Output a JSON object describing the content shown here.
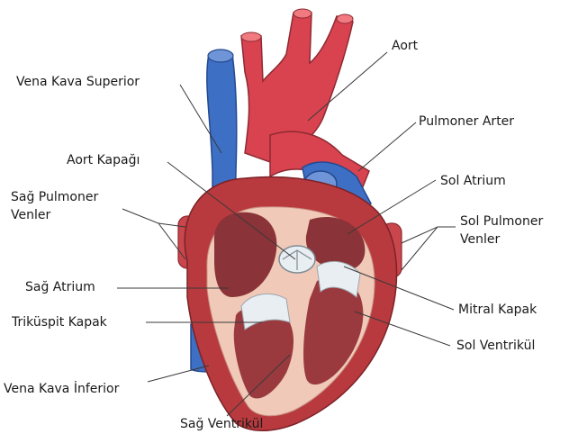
{
  "diagram": {
    "labels": {
      "aort": "Aort",
      "vena_kava_superior": "Vena Kava Superior",
      "pulmoner_arter": "Pulmoner Arter",
      "aort_kapagi": "Aort Kapağı",
      "sol_atrium": "Sol Atrium",
      "sag_pulmoner_venler_line1": "Sağ Pulmoner",
      "sag_pulmoner_venler_line2": "Venler",
      "sol_pulmoner_venler_line1": "Sol Pulmoner",
      "sol_pulmoner_venler_line2": "Venler",
      "sag_atrium": "Sağ Atrium",
      "mitral_kapak": "Mitral Kapak",
      "trikuspit_kapak": "Triküspit Kapak",
      "sol_ventrikul": "Sol Ventrikül",
      "vena_kava_inferior": "Vena Kava İnferior",
      "sag_ventrikul": "Sağ Ventrikül"
    },
    "colors": {
      "vein_blue": "#3d6fc4",
      "artery_red": "#d8434f",
      "muscle_red": "#b83a3e",
      "inner_pink": "#f0c9b8",
      "chamber_dark": "#8a3338",
      "valve_white": "#e9eef2"
    }
  }
}
